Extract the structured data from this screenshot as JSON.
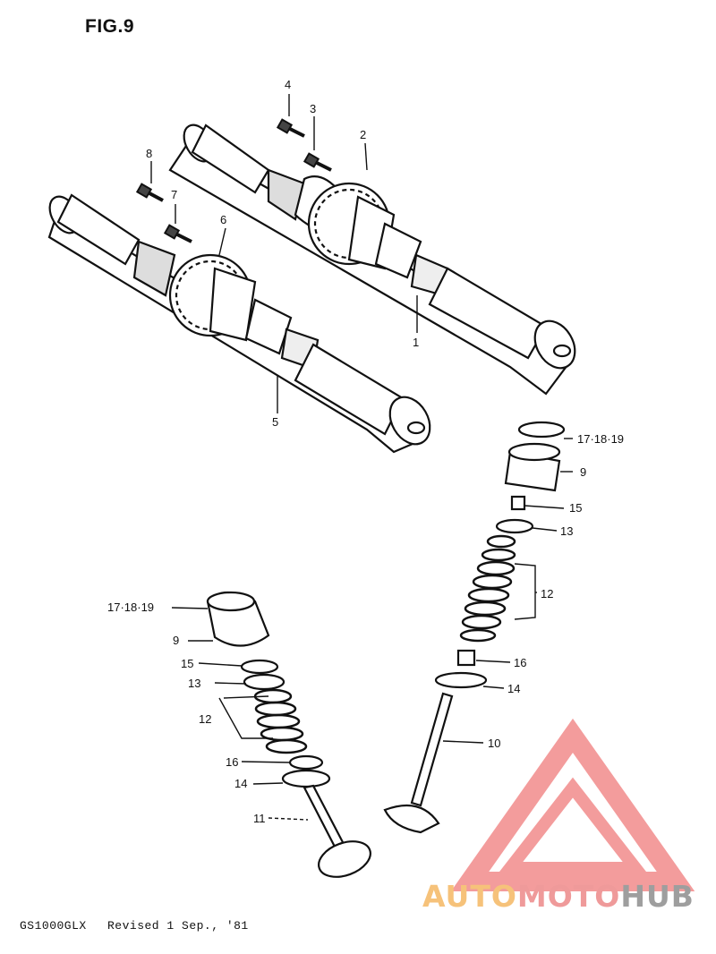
{
  "figure": {
    "title": "FIG.9"
  },
  "callouts": {
    "c1": "1",
    "c2": "2",
    "c3": "3",
    "c4": "4",
    "c5": "5",
    "c6": "6",
    "c7": "7",
    "c8": "8",
    "r_171819": "17·18·19",
    "r_9": "9",
    "r_15": "15",
    "r_13": "13",
    "r_12": "12",
    "r_16": "16",
    "r_14": "14",
    "r_10": "10",
    "l_171819": "17·18·19",
    "l_9": "9",
    "l_15": "15",
    "l_13": "13",
    "l_12": "12",
    "l_16": "16",
    "l_14": "14",
    "l_11": "11"
  },
  "footer": {
    "model": "GS1000GLX",
    "revision": "Revised 1 Sep., '81"
  },
  "watermark": {
    "part1": "AUTO",
    "part2": "MOTO",
    "part3": "HUB"
  },
  "colors": {
    "ink": "#111111",
    "logo_red": "#f28b8b",
    "logo_orange": "#f6c27a",
    "logo_gray": "#9e9e9e"
  }
}
